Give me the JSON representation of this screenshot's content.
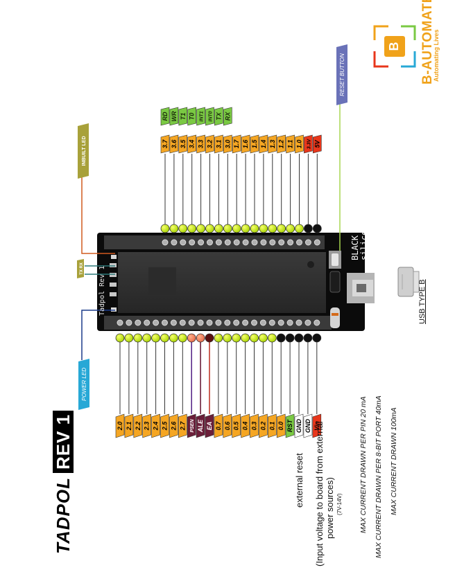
{
  "title": {
    "main": "TADPOL",
    "rev": "REV 1"
  },
  "board": {
    "brand_line1": "BLACK",
    "brand_line2": "silicon",
    "name": "Tadpol Rev 1"
  },
  "logo": {
    "letter": "B",
    "name": "B-AUTOMATE",
    "tagline": "Automating Lives"
  },
  "top_labels": [
    {
      "text": "3.7",
      "color": "#f5a623"
    },
    {
      "text": "3.6",
      "color": "#f5a623"
    },
    {
      "text": "3.5",
      "color": "#f5a623"
    },
    {
      "text": "3.4",
      "color": "#f5a623"
    },
    {
      "text": "3.3",
      "color": "#f5a623"
    },
    {
      "text": "3.2",
      "color": "#f5a623"
    },
    {
      "text": "3.1",
      "color": "#f5a623"
    },
    {
      "text": "3.0",
      "color": "#f5a623"
    },
    {
      "text": "1.7",
      "color": "#f5a623"
    },
    {
      "text": "1.6",
      "color": "#f5a623"
    },
    {
      "text": "1.5",
      "color": "#f5a623"
    },
    {
      "text": "1.4",
      "color": "#f5a623"
    },
    {
      "text": "1.3",
      "color": "#f5a623"
    },
    {
      "text": "1.2",
      "color": "#f5a623"
    },
    {
      "text": "1.1",
      "color": "#f5a623"
    },
    {
      "text": "1.0",
      "color": "#f5a623"
    },
    {
      "text": "3.3V",
      "color": "#e8361b"
    },
    {
      "text": "5V",
      "color": "#e8361b"
    }
  ],
  "top_functions": [
    "RD",
    "WR",
    "T1",
    "T0",
    "INT1",
    "INT0",
    "TX",
    "RX"
  ],
  "bottom_labels": [
    {
      "text": "2.0",
      "color": "#f5a623"
    },
    {
      "text": "2.1",
      "color": "#f5a623"
    },
    {
      "text": "2.2",
      "color": "#f5a623"
    },
    {
      "text": "2.3",
      "color": "#f5a623"
    },
    {
      "text": "2.4",
      "color": "#f5a623"
    },
    {
      "text": "2.5",
      "color": "#f5a623"
    },
    {
      "text": "2.6",
      "color": "#f5a623"
    },
    {
      "text": "2.7",
      "color": "#f5a623"
    },
    {
      "text": "PSEN",
      "color": "#6b1f3a"
    },
    {
      "text": "ALE",
      "color": "#6b1f3a"
    },
    {
      "text": "EA",
      "color": "#6b1f3a"
    },
    {
      "text": "0.7",
      "color": "#f5a623"
    },
    {
      "text": "0.6",
      "color": "#f5a623"
    },
    {
      "text": "0.5",
      "color": "#f5a623"
    },
    {
      "text": "0.4",
      "color": "#f5a623"
    },
    {
      "text": "0.3",
      "color": "#f5a623"
    },
    {
      "text": "0.2",
      "color": "#f5a623"
    },
    {
      "text": "0.1",
      "color": "#f5a623"
    },
    {
      "text": "0.0",
      "color": "#f5a623"
    },
    {
      "text": "RST",
      "color": "#7ac943"
    },
    {
      "text": "GND",
      "color": "#ffffff"
    },
    {
      "text": "GND",
      "color": "#ffffff"
    },
    {
      "text": "Vin",
      "color": "#e8361b"
    }
  ],
  "callouts": {
    "inbuilt_led": "INBUILT LED",
    "reset_button": "RESET BUTTON",
    "power_led": "POWER LED",
    "tx_rx": "TX RX",
    "usb": "USB TYPE B"
  },
  "annotations": {
    "external_reset": "external reset",
    "vin_line1": "(Input voltage to board from external",
    "vin_line2": "power sources)",
    "vin_range": "(7V-14V)"
  },
  "notes": [
    "MAX CURRENT DRAWN PER PIN 20 mA",
    "MAX CURRENT DRAWN PER 8-BIT PORT 40mA",
    "MAX CURRENT DRAWN 100mA"
  ]
}
